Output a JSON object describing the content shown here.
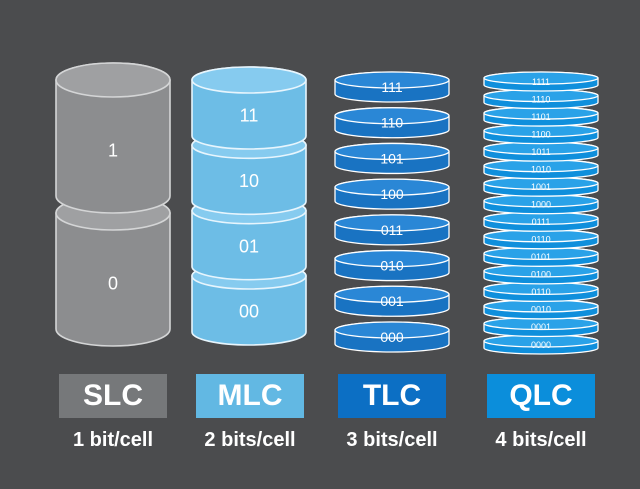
{
  "columns": [
    {
      "id": "slc",
      "type_label": "SLC",
      "caption": "1 bit/cell",
      "levels": [
        "1",
        "0"
      ],
      "colors": {
        "fill": "#8c8d8f",
        "top": "#9fa0a2",
        "edge": "#d4d5d6",
        "text": "#ffffff",
        "label_bg": "#76787a"
      }
    },
    {
      "id": "mlc",
      "type_label": "MLC",
      "caption": "2 bits/cell",
      "levels": [
        "11",
        "10",
        "01",
        "00"
      ],
      "colors": {
        "fill": "#6dbde6",
        "top": "#86cbef",
        "edge": "#e7f5fd",
        "text": "#ffffff",
        "label_bg": "#62b8e3"
      }
    },
    {
      "id": "tlc",
      "type_label": "TLC",
      "caption": "3 bits/cell",
      "levels": [
        "111",
        "110",
        "101",
        "100",
        "011",
        "010",
        "001",
        "000"
      ],
      "colors": {
        "fill": "#1973c2",
        "top": "#2a87d6",
        "edge": "#ffffff",
        "text": "#ffffff",
        "label_bg": "#0c6fc4"
      }
    },
    {
      "id": "qlc",
      "type_label": "QLC",
      "caption": "4 bits/cell",
      "levels": [
        "1111",
        "1110",
        "1101",
        "1100",
        "1011",
        "1010",
        "1001",
        "1000",
        "0111",
        "0110",
        "0101",
        "0100",
        "0110",
        "0010",
        "0001",
        "0000"
      ],
      "colors": {
        "fill": "#0f8fdc",
        "top": "#2aa2e8",
        "edge": "#ffffff",
        "text": "#ffffff",
        "label_bg": "#0b8edb"
      }
    }
  ],
  "background": "#4b4c4e"
}
